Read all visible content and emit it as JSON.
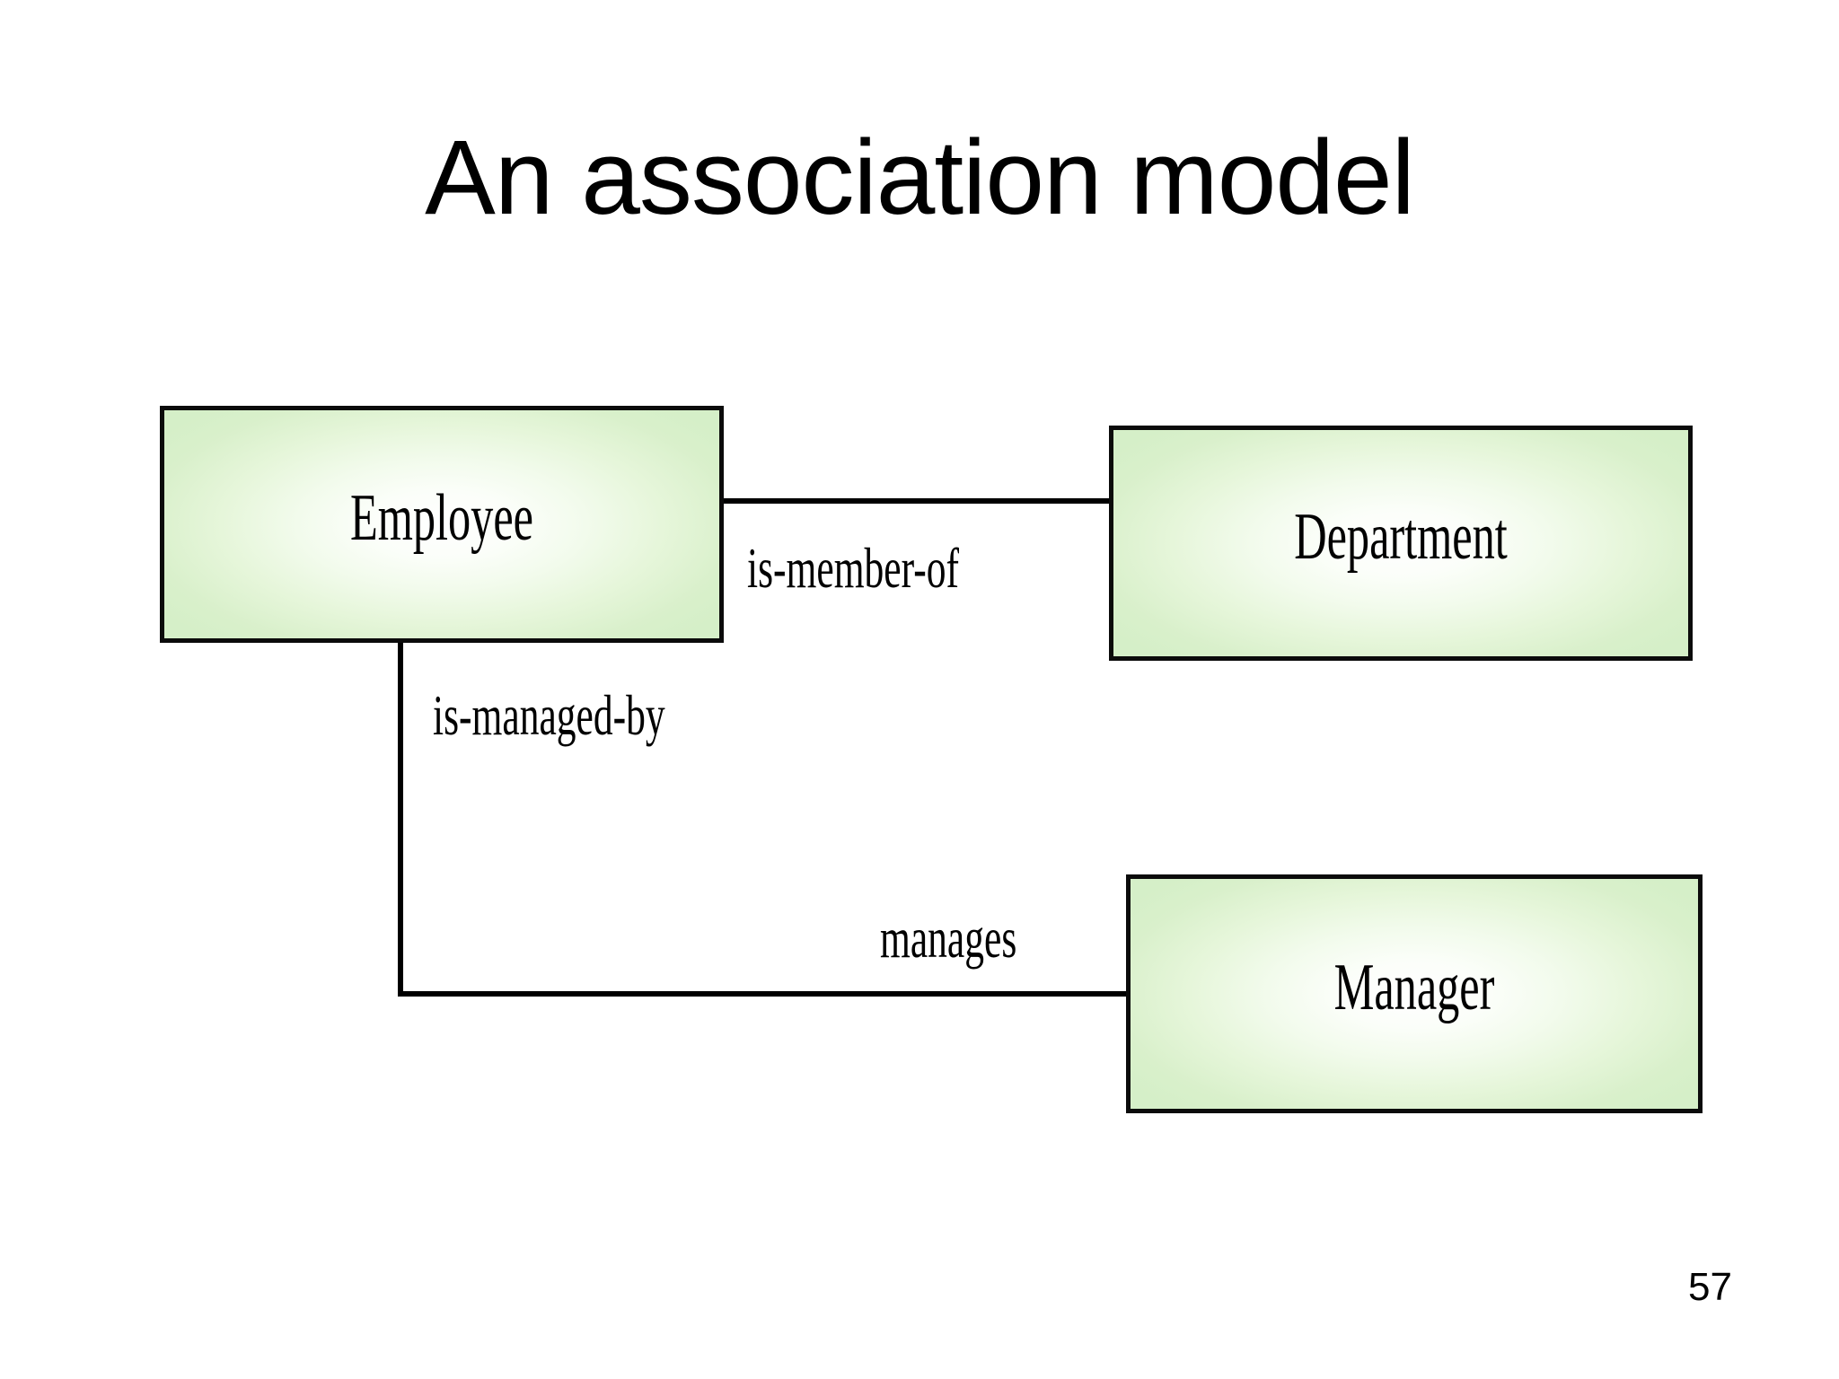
{
  "slide": {
    "title": "An association model",
    "page_number": "57",
    "background_color": "#ffffff"
  },
  "diagram": {
    "type": "association-model",
    "entity_fill_edge_color": "#d5efc8",
    "entity_fill_center_color": "#ffffff",
    "border_color": "#0b0b0b",
    "line_color": "#000000",
    "entities": [
      {
        "id": "employee",
        "label": "Employee"
      },
      {
        "id": "department",
        "label": "Department"
      },
      {
        "id": "manager",
        "label": "Manager"
      }
    ],
    "relationships": [
      {
        "id": "is-member-of",
        "label": "is-member-of",
        "from": "Employee",
        "to": "Department"
      },
      {
        "id": "is-managed-by",
        "label": "is-managed-by",
        "from": "Employee",
        "to": "Manager"
      },
      {
        "id": "manages",
        "label": "manages",
        "from": "Manager",
        "to": "Employee"
      }
    ]
  }
}
